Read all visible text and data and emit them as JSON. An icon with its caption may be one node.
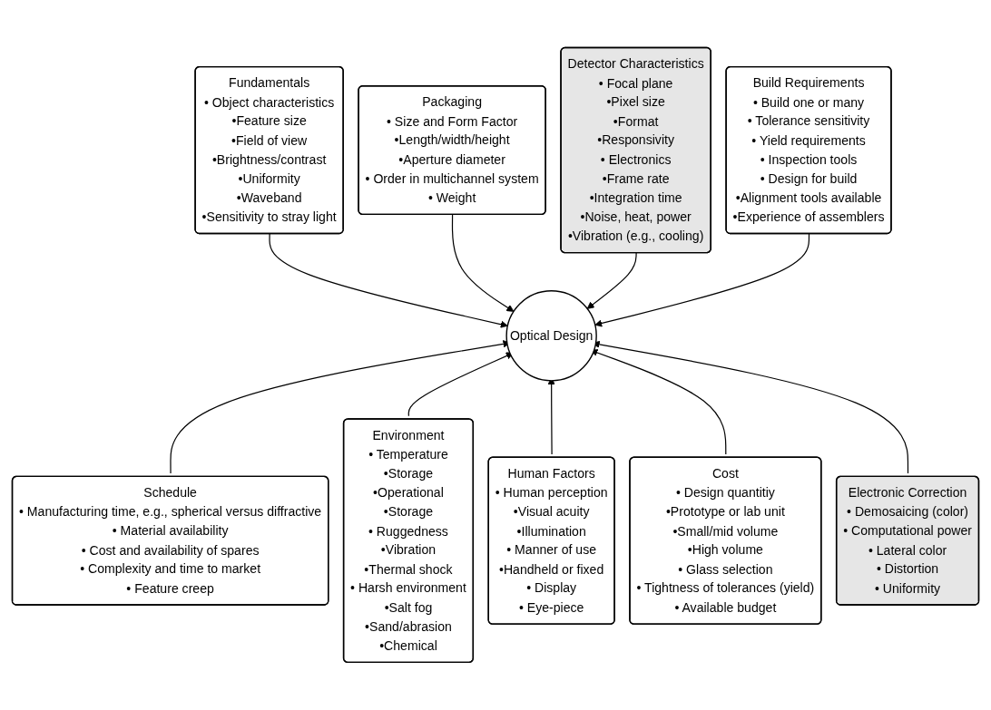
{
  "diagram": {
    "nodes": [
      {
        "text": [
          "Fundamentals",
          "• Object characteristics",
          "•Feature size",
          "•Field of view",
          "•Brightness/contrast",
          "•Uniformity",
          "•Waveband",
          "•Sensitivity to stray light"
        ]
      },
      {
        "text": [
          "Packaging",
          "• Size and Form Factor",
          "•Length/width/height",
          "•Aperture diameter",
          "• Order in multichannel system",
          "• Weight"
        ]
      },
      {
        "text": [
          "Detector Characteristics",
          "• Focal plane",
          "•Pixel size",
          "•Format",
          "•Responsivity",
          "• Electronics",
          "•Frame rate",
          "•Integration time",
          "•Noise, heat, power",
          "•Vibration (e.g., cooling)"
        ]
      },
      {
        "text": [
          "Build Requirements",
          "• Build one or many",
          "• Tolerance sensitivity",
          "• Yield requirements",
          "• Inspection tools",
          "• Design for build",
          "•Alignment tools available",
          "•Experience of assemblers"
        ]
      },
      {
        "text": [
          "Optical Design"
        ]
      },
      {
        "text": [
          "Schedule",
          "• Manufacturing time, e.g., spherical versus diffractive",
          "• Material availability",
          "• Cost and availability of spares",
          "• Complexity and time to market",
          "• Feature creep"
        ]
      },
      {
        "text": [
          "Environment",
          "• Temperature",
          "•Storage",
          "•Operational",
          "•Storage",
          "• Ruggedness",
          "•Vibration",
          "•Thermal shock",
          "• Harsh environment",
          "•Salt fog",
          "•Sand/abrasion",
          "•Chemical"
        ]
      },
      {
        "text": [
          "Human Factors",
          "• Human perception",
          "•Visual acuity",
          "•Illumination",
          "• Manner of use",
          "•Handheld or fixed",
          "• Display",
          "• Eye-piece"
        ]
      },
      {
        "text": [
          "Cost",
          "• Design quantitiy",
          "•Prototype or lab unit",
          "•Small/mid volume",
          "•High volume",
          "• Glass selection",
          "• Tightness of tolerances (yield)",
          "• Available budget"
        ]
      },
      {
        "text": [
          "Electronic Correction",
          "• Demosaicing (color)",
          "• Computational power",
          "• Lateral color",
          "• Distortion",
          "• Uniformity"
        ]
      }
    ],
    "edges": [
      {
        "from": 0,
        "to": 4,
        "arrow": "to"
      },
      {
        "from": 1,
        "to": 4,
        "arrow": "to"
      },
      {
        "from": 2,
        "to": 4,
        "arrow": "to"
      },
      {
        "from": 3,
        "to": 4,
        "arrow": "to"
      },
      {
        "from": 5,
        "to": 4,
        "arrow": "to"
      },
      {
        "from": 6,
        "to": 4,
        "arrow": "to"
      },
      {
        "from": 7,
        "to": 4,
        "arrow": "to"
      },
      {
        "from": 8,
        "to": 4,
        "arrow": "to"
      },
      {
        "from": 9,
        "to": 4,
        "arrow": "to"
      }
    ]
  }
}
